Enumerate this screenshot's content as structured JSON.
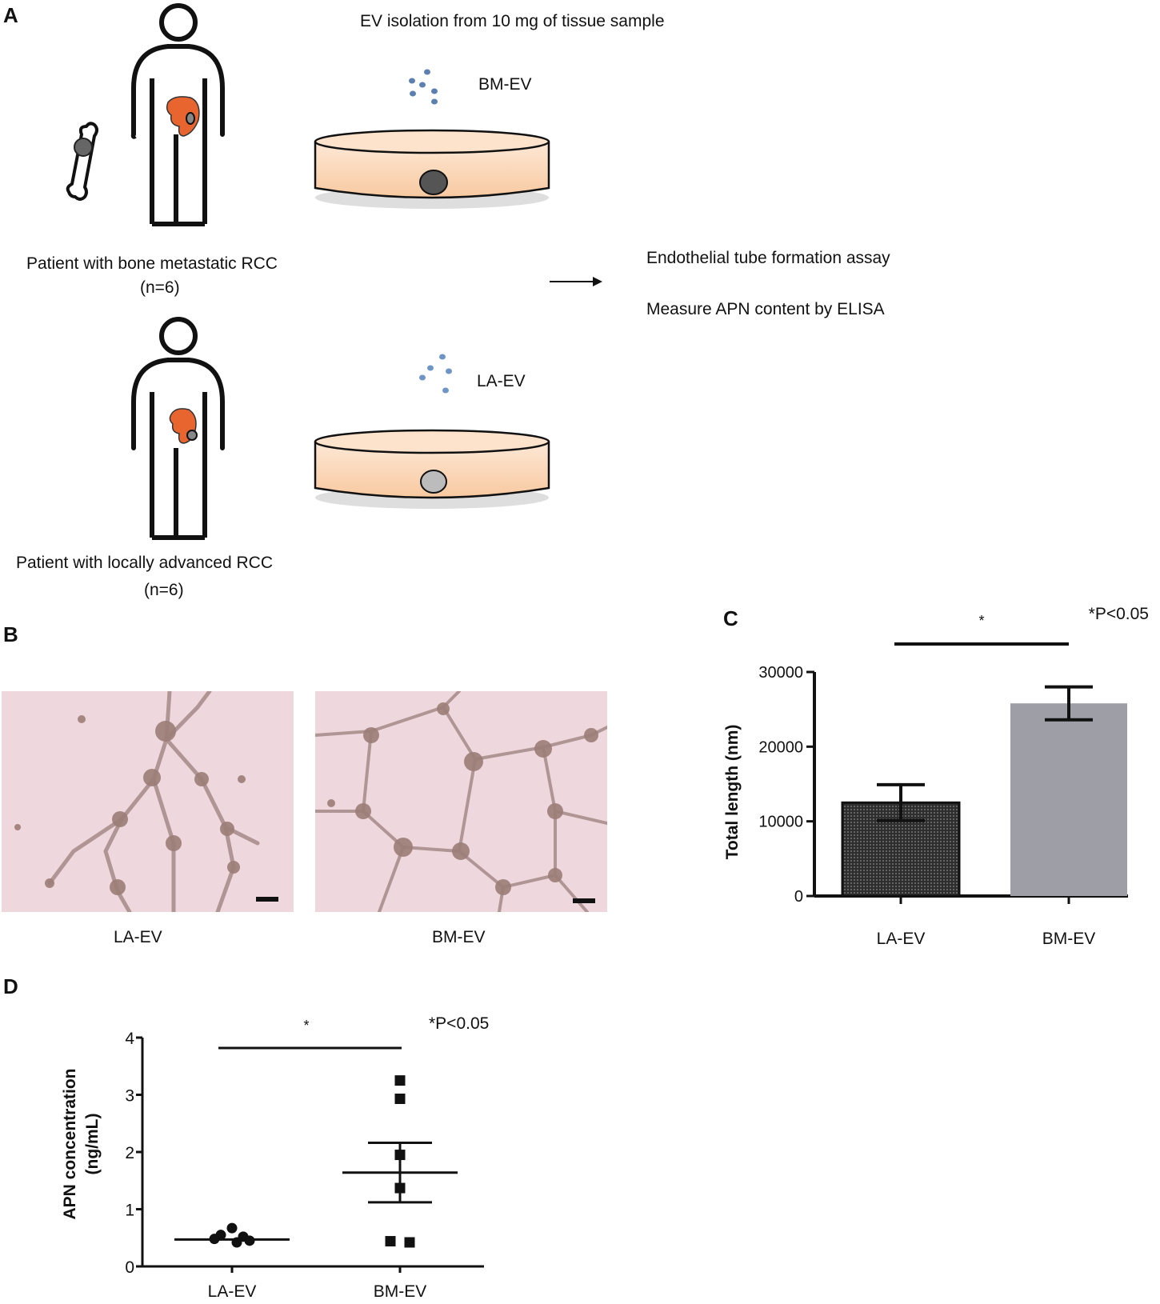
{
  "panel_a": {
    "letter": "A",
    "isolation_title": "EV isolation from 10 mg of tissue sample",
    "bm_ev_label": "BM-EV",
    "la_ev_label": "LA-EV",
    "patient_bm_line1": "Patient with bone metastatic RCC",
    "patient_bm_line2": "(n=6)",
    "patient_la_line1": "Patient with locally advanced RCC",
    "patient_la_line2": "(n=6)",
    "assay_1": "Endothelial tube formation assay",
    "assay_2": "Measure APN content by ELISA"
  },
  "panel_b": {
    "letter": "B",
    "left_caption": "LA-EV",
    "right_caption": "BM-EV"
  },
  "panel_c": {
    "letter": "C"
  },
  "panel_d": {
    "letter": "D"
  },
  "chart_data": [
    {
      "id": "C",
      "type": "bar",
      "categories": [
        "LA-EV",
        "BM-EV"
      ],
      "values": [
        12500,
        25800
      ],
      "errors": [
        2400,
        2200
      ],
      "ylabel": "Total length (nm)",
      "ylim": [
        0,
        30000
      ],
      "yticks": [
        0,
        10000,
        20000,
        30000
      ],
      "bar_colors": [
        "#3a3a3a",
        "#9e9ea6"
      ],
      "significance": "*",
      "pvalue_note": "*P<0.05",
      "grid": false
    },
    {
      "id": "D",
      "type": "scatter",
      "categories": [
        "LA-EV",
        "BM-EV"
      ],
      "points": [
        [
          0.67,
          0.55,
          0.52,
          0.48,
          0.45,
          0.42
        ],
        [
          3.25,
          2.93,
          1.95,
          1.37,
          0.44,
          0.42
        ]
      ],
      "means": [
        0.47,
        1.64
      ],
      "sem": [
        0.04,
        0.52
      ],
      "ylabel_line1": "APN concentration",
      "ylabel_line2": "(ng/mL)",
      "ylim": [
        0,
        4
      ],
      "yticks": [
        0,
        1,
        2,
        3,
        4
      ],
      "significance": "*",
      "pvalue_note": "*P<0.05",
      "grid": false
    }
  ]
}
